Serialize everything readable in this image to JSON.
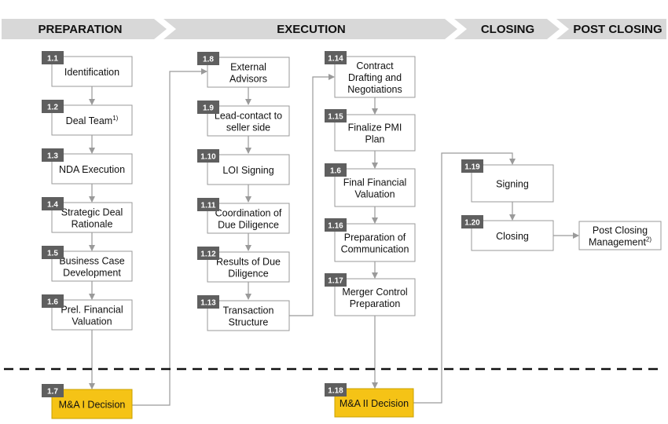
{
  "colors": {
    "chevron": "#d8d8d8",
    "badge": "#5f5f5f",
    "decision": "#f5c316",
    "box_border": "#9a9a9a",
    "connector": "#9a9a9a",
    "divider": "#111111"
  },
  "phases": [
    {
      "label": "PREPARATION"
    },
    {
      "label": "EXECUTION"
    },
    {
      "label": "CLOSING"
    },
    {
      "label": "POST CLOSING"
    }
  ],
  "steps": [
    {
      "id": "s1_1",
      "num": "1.1",
      "lines": [
        "Identification"
      ]
    },
    {
      "id": "s1_2",
      "num": "1.2",
      "lines": [
        "Deal Team"
      ],
      "sup": "1)"
    },
    {
      "id": "s1_3",
      "num": "1.3",
      "lines": [
        "NDA Execution"
      ]
    },
    {
      "id": "s1_4",
      "num": "1.4",
      "lines": [
        "Strategic Deal",
        "Rationale"
      ]
    },
    {
      "id": "s1_5",
      "num": "1.5",
      "lines": [
        "Business Case",
        "Development"
      ]
    },
    {
      "id": "s1_6a",
      "num": "1.6",
      "lines": [
        "Prel. Financial",
        "Valuation"
      ]
    },
    {
      "id": "s1_7",
      "num": "1.7",
      "lines": [
        "M&A I Decision"
      ],
      "decision": true
    },
    {
      "id": "s1_8",
      "num": "1.8",
      "lines": [
        "External",
        "Advisors"
      ]
    },
    {
      "id": "s1_9",
      "num": "1.9",
      "lines": [
        "Lead-contact to",
        "seller side"
      ]
    },
    {
      "id": "s1_10",
      "num": "1.10",
      "lines": [
        "LOI Signing"
      ]
    },
    {
      "id": "s1_11",
      "num": "1.11",
      "lines": [
        "Coordination of",
        "Due Diligence"
      ]
    },
    {
      "id": "s1_12",
      "num": "1.12",
      "lines": [
        "Results of Due",
        "Diligence"
      ]
    },
    {
      "id": "s1_13",
      "num": "1.13",
      "lines": [
        "Transaction",
        "Structure"
      ]
    },
    {
      "id": "s1_14",
      "num": "1.14",
      "lines": [
        "Contract",
        "Drafting and",
        "Negotiations"
      ]
    },
    {
      "id": "s1_15",
      "num": "1.15",
      "lines": [
        "Finalize PMI",
        "Plan"
      ]
    },
    {
      "id": "s1_6b",
      "num": "1.6",
      "lines": [
        "Final Financial",
        "Valuation"
      ]
    },
    {
      "id": "s1_16",
      "num": "1.16",
      "lines": [
        "Preparation of",
        "Communication"
      ]
    },
    {
      "id": "s1_17",
      "num": "1.17",
      "lines": [
        "Merger Control",
        "Preparation"
      ]
    },
    {
      "id": "s1_18",
      "num": "1.18",
      "lines": [
        "M&A II Decision"
      ],
      "decision": true
    },
    {
      "id": "s1_19",
      "num": "1.19",
      "lines": [
        "Signing"
      ]
    },
    {
      "id": "s1_20",
      "num": "1.20",
      "lines": [
        "Closing"
      ]
    },
    {
      "id": "s_pcm",
      "lines": [
        "Post Closing",
        "Management"
      ],
      "sup": "2)"
    }
  ]
}
